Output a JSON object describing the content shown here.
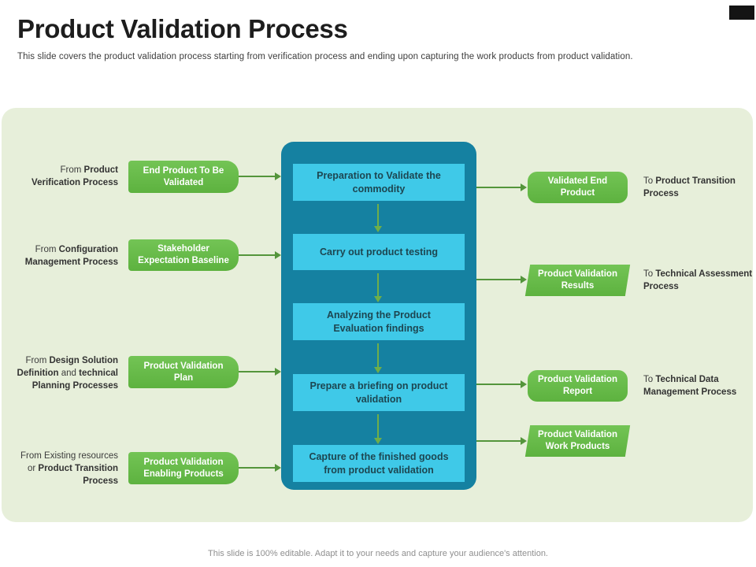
{
  "header": {
    "title": "Product Validation Process",
    "subtitle": "This slide covers the product validation process starting from verification process and ending upon capturing the work products from product validation."
  },
  "footer": {
    "note": "This slide is 100% editable. Adapt it to your needs and capture your audience's attention."
  },
  "colors": {
    "panel_bg": "#e7efda",
    "green_light": "#73c455",
    "green_dark": "#5db23f",
    "teal_container": "#1581a1",
    "blue_box": "#3fc9e8",
    "blue_box_text": "#1d4651",
    "arrow_green": "#54953b",
    "arrow_green_light": "#6fae49",
    "title_color": "#1d1d1d",
    "label_color": "#3c3c3c",
    "footer_color": "#8f8f8f",
    "corner_bar": "#141414"
  },
  "flow": {
    "inputs": [
      {
        "source": [
          {
            "t": "From ",
            "b": false
          },
          {
            "t": "Product Verification Process",
            "b": true
          }
        ],
        "artifact": "End Product To Be Validated"
      },
      {
        "source": [
          {
            "t": "From ",
            "b": false
          },
          {
            "t": "Configuration Management Process",
            "b": true
          }
        ],
        "artifact": "Stakeholder Expectation Baseline"
      },
      {
        "source": [
          {
            "t": "From ",
            "b": false
          },
          {
            "t": "Design Solution Definition",
            "b": true
          },
          {
            "t": " and ",
            "b": false
          },
          {
            "t": "technical Planning Processes",
            "b": true
          }
        ],
        "artifact": "Product Validation Plan"
      },
      {
        "source": [
          {
            "t": "From Existing resources or ",
            "b": false
          },
          {
            "t": "Product Transition Process",
            "b": true
          }
        ],
        "artifact": "Product Validation Enabling Products"
      }
    ],
    "steps": [
      "Preparation to Validate the commodity",
      "Carry out product testing",
      "Analyzing the Product Evaluation findings",
      "Prepare a briefing on product validation",
      "Capture of the finished goods from product validation"
    ],
    "outputs": [
      {
        "artifact": "Validated End Product",
        "shape": "rounded",
        "target": [
          {
            "t": "To ",
            "b": false
          },
          {
            "t": "Product Transition Process",
            "b": true
          }
        ]
      },
      {
        "artifact": "Product Validation Results",
        "shape": "parallelogram",
        "target": [
          {
            "t": "To ",
            "b": false
          },
          {
            "t": "Technical Assessment Process",
            "b": true
          }
        ]
      },
      {
        "artifact": "Product Validation Report",
        "shape": "rounded",
        "target": [
          {
            "t": "To ",
            "b": false
          },
          {
            "t": "Technical Data Management Process",
            "b": true
          }
        ]
      },
      {
        "artifact": "Product Validation Work Products",
        "shape": "parallelogram",
        "target": []
      }
    ]
  }
}
